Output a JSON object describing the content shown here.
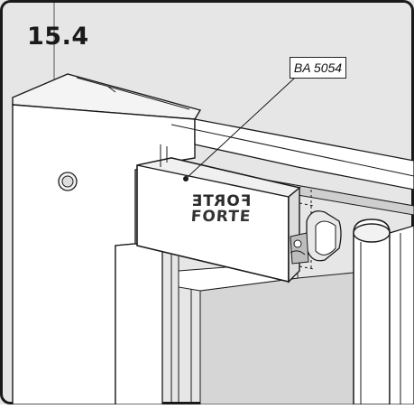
{
  "step": {
    "number": "15.4"
  },
  "callout": {
    "part_code": "BA 5054"
  },
  "part": {
    "brand_mirrored": "FORTE",
    "brand": "FORTE"
  },
  "colors": {
    "background": "#e6e6e6",
    "line": "#1a1a1a",
    "panel": "#ffffff",
    "shade": "#cfcfcf"
  }
}
